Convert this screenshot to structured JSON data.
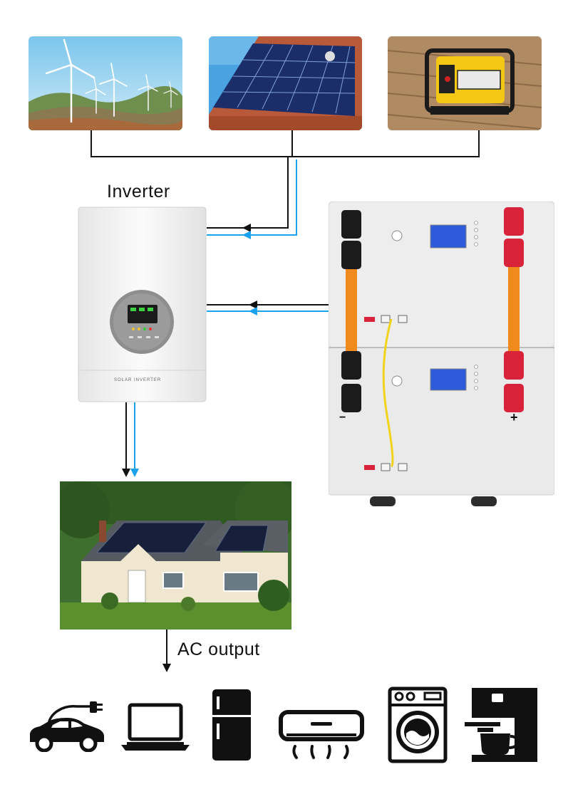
{
  "labels": {
    "inverter": "Inverter",
    "ac_output": "AC output",
    "inverter_brand": "SOLAR INVERTER"
  },
  "sources": [
    {
      "icon": "wind-turbine-photo"
    },
    {
      "icon": "solar-roof-photo"
    },
    {
      "icon": "generator-photo"
    }
  ],
  "appliances": [
    {
      "icon": "ev-car-charging-icon"
    },
    {
      "icon": "laptop-icon"
    },
    {
      "icon": "refrigerator-icon"
    },
    {
      "icon": "air-conditioner-icon"
    },
    {
      "icon": "washing-machine-icon"
    },
    {
      "icon": "coffee-machine-icon"
    }
  ],
  "battery": {
    "positive": "+",
    "negative": "−"
  },
  "colors": {
    "wire_black": "#111111",
    "wire_blue": "#1aa3ec",
    "strap_orange": "#f08a1c",
    "terminal_red": "#d8233b",
    "terminal_black": "#1b1b1b",
    "battery_body": "#eeeeee",
    "screen_blue": "#2f5ad9"
  }
}
